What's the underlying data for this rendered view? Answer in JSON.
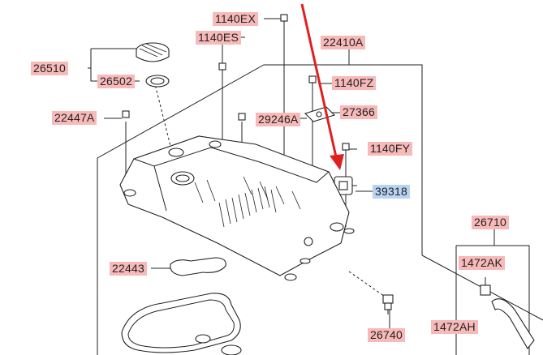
{
  "labels": {
    "p1140EX": "1140EX",
    "p1140ES": "1140ES",
    "p22410A": "22410A",
    "p26510": "26510",
    "p26502": "26502",
    "p1140FZ": "1140FZ",
    "p22447A": "22447A",
    "p29246A": "29246A",
    "p27366": "27366",
    "p1140FY": "1140FY",
    "p39318": "39318",
    "p26710": "26710",
    "p1472AK": "1472AK",
    "p22443": "22443",
    "p26740": "26740",
    "p1472AH": "1472AH"
  },
  "colors": {
    "label_highlight": "#f8b9b9",
    "selected_highlight": "#b9d3f3",
    "arrow": "#e02020"
  },
  "selected_part": "39318"
}
